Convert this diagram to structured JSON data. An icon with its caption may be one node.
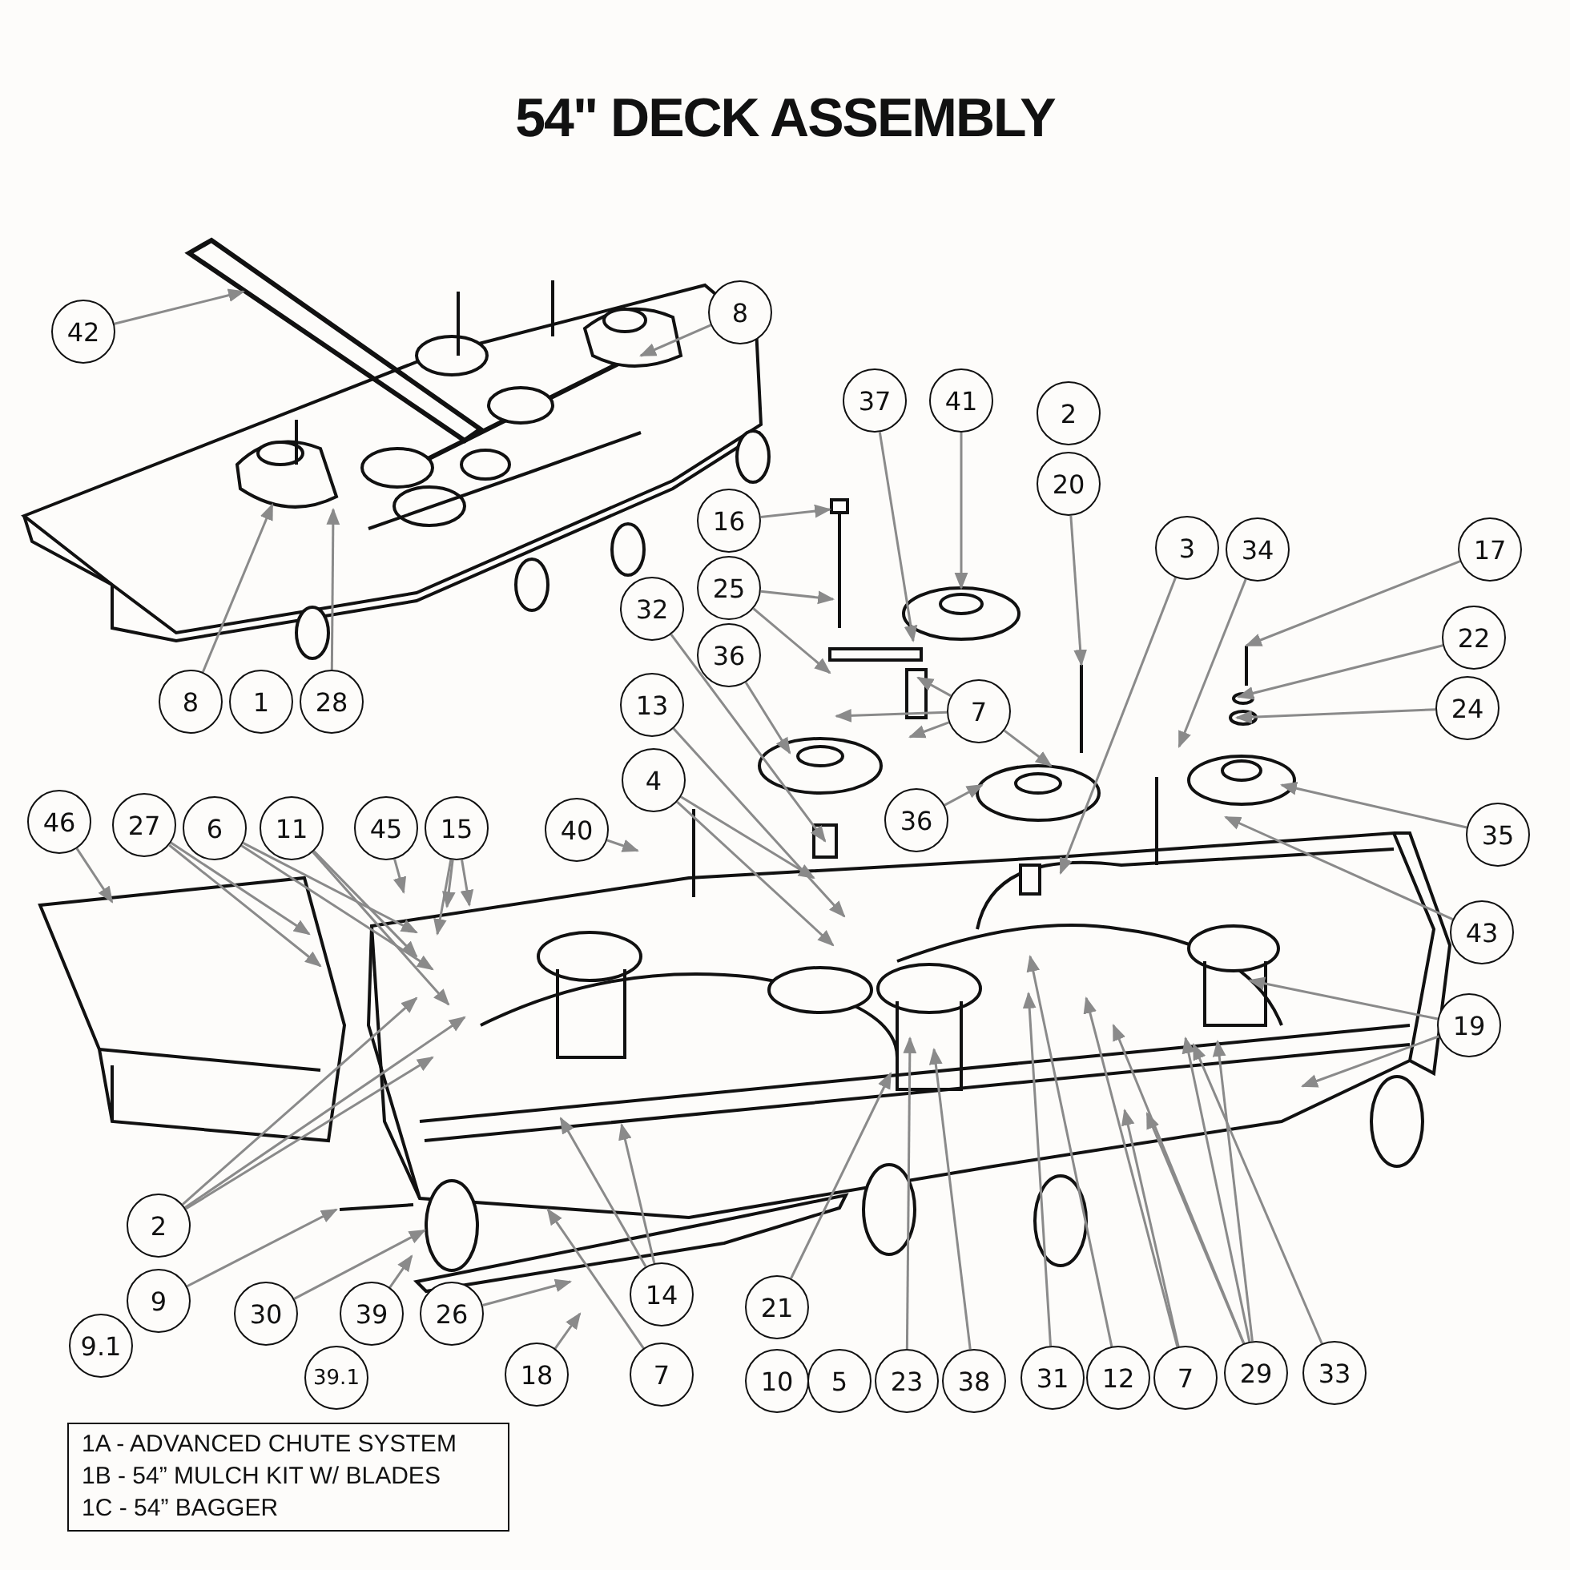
{
  "diagram": {
    "title": "54\" DECK ASSEMBLY",
    "nodes": [
      {
        "text": [
          "42"
        ]
      },
      {
        "text": [
          "8"
        ]
      },
      {
        "text": [
          "8"
        ]
      },
      {
        "text": [
          "1"
        ]
      },
      {
        "text": [
          "28"
        ]
      },
      {
        "text": [
          "37"
        ]
      },
      {
        "text": [
          "41"
        ]
      },
      {
        "text": [
          "2"
        ]
      },
      {
        "text": [
          "20"
        ]
      },
      {
        "text": [
          "16"
        ]
      },
      {
        "text": [
          "25"
        ]
      },
      {
        "text": [
          "3"
        ]
      },
      {
        "text": [
          "34"
        ]
      },
      {
        "text": [
          "17"
        ]
      },
      {
        "text": [
          "22"
        ]
      },
      {
        "text": [
          "24"
        ]
      },
      {
        "text": [
          "32"
        ]
      },
      {
        "text": [
          "36"
        ]
      },
      {
        "text": [
          "13"
        ]
      },
      {
        "text": [
          "7"
        ]
      },
      {
        "text": [
          "4"
        ]
      },
      {
        "text": [
          "36"
        ]
      },
      {
        "text": [
          "35"
        ]
      },
      {
        "text": [
          "43"
        ]
      },
      {
        "text": [
          "46"
        ]
      },
      {
        "text": [
          "27"
        ]
      },
      {
        "text": [
          "6"
        ]
      },
      {
        "text": [
          "11"
        ]
      },
      {
        "text": [
          "45"
        ]
      },
      {
        "text": [
          "15"
        ]
      },
      {
        "text": [
          "40"
        ]
      },
      {
        "text": [
          "2"
        ]
      },
      {
        "text": [
          "9"
        ]
      },
      {
        "text": [
          "9.1"
        ]
      },
      {
        "text": [
          "30"
        ]
      },
      {
        "text": [
          "39"
        ]
      },
      {
        "text": [
          "39.1"
        ]
      },
      {
        "text": [
          "26"
        ]
      },
      {
        "text": [
          "14"
        ]
      },
      {
        "text": [
          "18"
        ]
      },
      {
        "text": [
          "7"
        ]
      },
      {
        "text": [
          "21"
        ]
      },
      {
        "text": [
          "10"
        ]
      },
      {
        "text": [
          "5"
        ]
      },
      {
        "text": [
          "23"
        ]
      },
      {
        "text": [
          "38"
        ]
      },
      {
        "text": [
          "31"
        ]
      },
      {
        "text": [
          "12"
        ]
      },
      {
        "text": [
          "7"
        ]
      },
      {
        "text": [
          "29"
        ]
      },
      {
        "text": [
          "33"
        ]
      },
      {
        "text": [
          "19"
        ]
      },
      {
        "text": [
          "1A - ADVANCED CHUTE SYSTEM",
          "1B - 54” MULCH KIT W/ BLADES",
          "1C - 54” BAGGER"
        ]
      }
    ],
    "edges": [
      {
        "from": 0,
        "to": null,
        "arrow": "to"
      },
      {
        "from": 1,
        "to": null,
        "arrow": "to"
      },
      {
        "from": 2,
        "to": null,
        "arrow": "to"
      },
      {
        "from": 4,
        "to": null,
        "arrow": "to"
      },
      {
        "from": 5,
        "to": null,
        "arrow": "to"
      },
      {
        "from": 6,
        "to": null,
        "arrow": "to"
      },
      {
        "from": 8,
        "to": null,
        "arrow": "to"
      },
      {
        "from": 9,
        "to": null,
        "arrow": "to"
      },
      {
        "from": 10,
        "to": null,
        "arrow": "to"
      },
      {
        "from": 10,
        "to": null,
        "arrow": "to"
      },
      {
        "from": 11,
        "to": null,
        "arrow": "to"
      },
      {
        "from": 12,
        "to": null,
        "arrow": "to"
      },
      {
        "from": 13,
        "to": null,
        "arrow": "to"
      },
      {
        "from": 14,
        "to": null,
        "arrow": "to"
      },
      {
        "from": 15,
        "to": null,
        "arrow": "to"
      },
      {
        "from": 16,
        "to": null,
        "arrow": "to"
      },
      {
        "from": 17,
        "to": null,
        "arrow": "to"
      },
      {
        "from": 18,
        "to": null,
        "arrow": "to"
      },
      {
        "from": 19,
        "to": null,
        "arrow": "to"
      },
      {
        "from": 19,
        "to": null,
        "arrow": "to"
      },
      {
        "from": 19,
        "to": null,
        "arrow": "to"
      },
      {
        "from": 19,
        "to": null,
        "arrow": "to"
      },
      {
        "from": 20,
        "to": null,
        "arrow": "to"
      },
      {
        "from": 20,
        "to": null,
        "arrow": "to"
      },
      {
        "from": 21,
        "to": null,
        "arrow": "to"
      },
      {
        "from": 22,
        "to": null,
        "arrow": "to"
      },
      {
        "from": 23,
        "to": null,
        "arrow": "to"
      },
      {
        "from": 24,
        "to": null,
        "arrow": "to"
      },
      {
        "from": 25,
        "to": null,
        "arrow": "to"
      },
      {
        "from": 25,
        "to": null,
        "arrow": "to"
      },
      {
        "from": 26,
        "to": null,
        "arrow": "to"
      },
      {
        "from": 26,
        "to": null,
        "arrow": "to"
      },
      {
        "from": 27,
        "to": null,
        "arrow": "to"
      },
      {
        "from": 27,
        "to": null,
        "arrow": "to"
      },
      {
        "from": 28,
        "to": null,
        "arrow": "to"
      },
      {
        "from": 29,
        "to": null,
        "arrow": "to"
      },
      {
        "from": 29,
        "to": null,
        "arrow": "to"
      },
      {
        "from": 29,
        "to": null,
        "arrow": "to"
      },
      {
        "from": 30,
        "to": null,
        "arrow": "to"
      },
      {
        "from": 31,
        "to": null,
        "arrow": "to"
      },
      {
        "from": 31,
        "to": null,
        "arrow": "to"
      },
      {
        "from": 31,
        "to": null,
        "arrow": "to"
      },
      {
        "from": 32,
        "to": null,
        "arrow": "to"
      },
      {
        "from": 34,
        "to": null,
        "arrow": "to"
      },
      {
        "from": 35,
        "to": null,
        "arrow": "to"
      },
      {
        "from": 37,
        "to": null,
        "arrow": "to"
      },
      {
        "from": 38,
        "to": null,
        "arrow": "to"
      },
      {
        "from": 38,
        "to": null,
        "arrow": "to"
      },
      {
        "from": 39,
        "to": null,
        "arrow": "to"
      },
      {
        "from": 40,
        "to": null,
        "arrow": "to"
      },
      {
        "from": 41,
        "to": null,
        "arrow": "to"
      },
      {
        "from": 44,
        "to": null,
        "arrow": "to"
      },
      {
        "from": 45,
        "to": null,
        "arrow": "to"
      },
      {
        "from": 46,
        "to": null,
        "arrow": "to"
      },
      {
        "from": 47,
        "to": null,
        "arrow": "to"
      },
      {
        "from": 48,
        "to": null,
        "arrow": "to"
      },
      {
        "from": 48,
        "to": null,
        "arrow": "to"
      },
      {
        "from": 49,
        "to": null,
        "arrow": "to"
      },
      {
        "from": 49,
        "to": null,
        "arrow": "to"
      },
      {
        "from": 49,
        "to": null,
        "arrow": "to"
      },
      {
        "from": 49,
        "to": null,
        "arrow": "to"
      },
      {
        "from": 50,
        "to": null,
        "arrow": "to"
      },
      {
        "from": 51,
        "to": null,
        "arrow": "to"
      },
      {
        "from": 51,
        "to": null,
        "arrow": "to"
      }
    ]
  }
}
